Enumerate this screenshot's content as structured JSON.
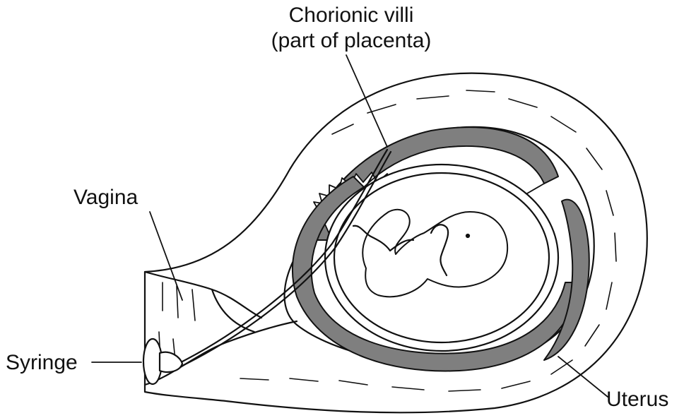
{
  "labels": {
    "chorionic_villi_line1": "Chorionic villi",
    "chorionic_villi_line2": "(part of placenta)",
    "vagina": "Vagina",
    "syringe": "Syringe",
    "uterus": "Uterus"
  },
  "colors": {
    "ink": "#111111",
    "placenta_fill": "#7f7f7f",
    "background": "#ffffff"
  }
}
